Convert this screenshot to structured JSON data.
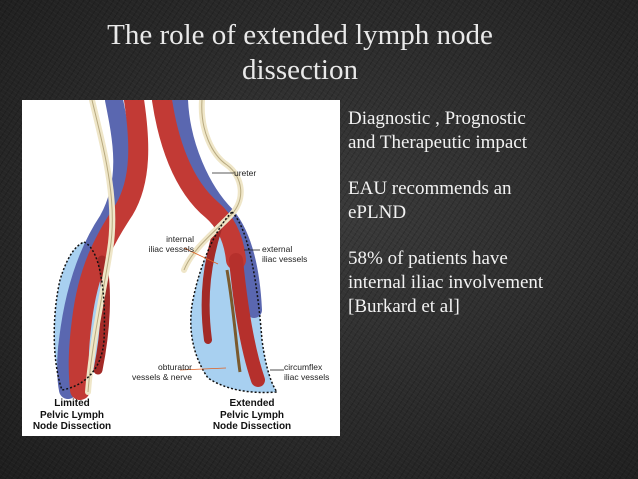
{
  "slide": {
    "title_line1": "The role of extended lymph node",
    "title_line2": "dissection"
  },
  "figure": {
    "labels": {
      "ureter": "ureter",
      "internal_line1": "internal",
      "internal_line2": "iliac vessels",
      "external_line1": "external",
      "external_line2": "iliac vessels",
      "obturator_line1": "obturator",
      "obturator_line2": "vessels & nerve",
      "circumflex_line1": "circumflex",
      "circumflex_line2": "iliac vessels"
    },
    "captions": {
      "limited_line1": "Limited",
      "limited_line2": "Pelvic Lymph",
      "limited_line3": "Node Dissection",
      "extended_line1": "Extended",
      "extended_line2": "Pelvic Lymph",
      "extended_line3": "Node Dissection"
    }
  },
  "bullets": [
    {
      "line1": "Diagnostic , Prognostic",
      "line2": "and Therapeutic impact"
    },
    {
      "line1": "EAU recommends an",
      "line2": "ePLND"
    },
    {
      "line1": "58% of patients have",
      "line2": "internal iliac involvement",
      "line3": "[Burkard et al]"
    }
  ],
  "colors": {
    "artery": "#c23a35",
    "vein": "#5a67b0",
    "dissection_area": "#a8d0f0",
    "ureter": "#efe6c8"
  }
}
